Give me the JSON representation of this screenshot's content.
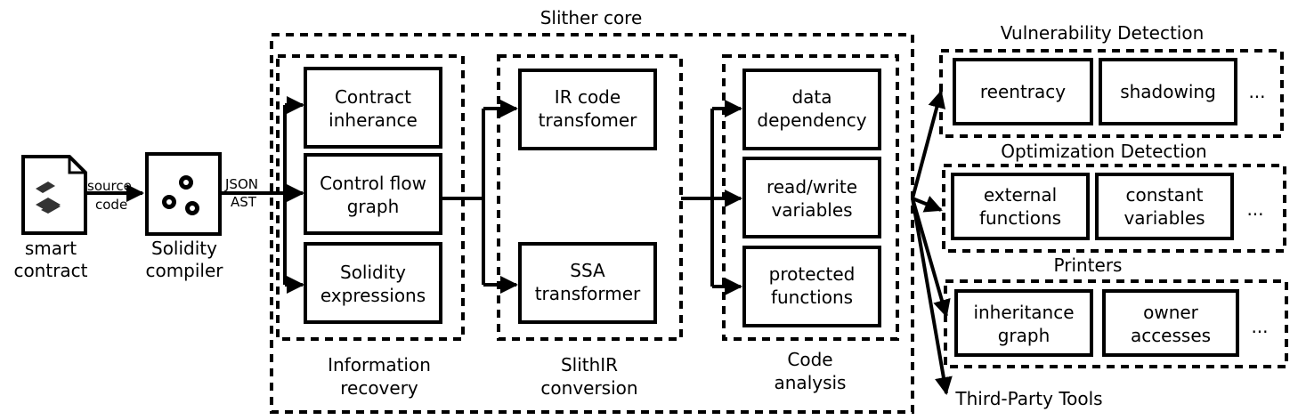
{
  "core": {
    "title": "Slither core",
    "groups": {
      "info": {
        "caption": [
          "Information",
          "recovery"
        ],
        "boxes": [
          [
            "Contract",
            "inherance"
          ],
          [
            "Control flow",
            "graph"
          ],
          [
            "Solidity",
            "expressions"
          ]
        ]
      },
      "ir": {
        "caption": [
          "SlithIR",
          "conversion"
        ],
        "boxes": [
          [
            "IR code",
            "transfomer"
          ],
          [
            "SSA",
            "transformer"
          ]
        ]
      },
      "analysis": {
        "caption": [
          "Code",
          "analysis"
        ],
        "boxes": [
          [
            "data",
            "dependency"
          ],
          [
            "read/write",
            "variables"
          ],
          [
            "protected",
            "functions"
          ]
        ]
      }
    }
  },
  "input": {
    "contract_label": [
      "smart",
      "contract"
    ],
    "compiler_label": [
      "Solidity",
      "compiler"
    ],
    "edge1": [
      "source",
      "code"
    ],
    "edge2": [
      "JSON",
      "AST"
    ]
  },
  "outputs": {
    "vuln": {
      "title": "Vulnerability Detection",
      "items": [
        [
          "reentracy"
        ],
        [
          "shadowing"
        ]
      ],
      "more": "..."
    },
    "optim": {
      "title": "Optimization Detection",
      "items": [
        [
          "external",
          "functions"
        ],
        [
          "constant",
          "variables"
        ]
      ],
      "more": "..."
    },
    "printers": {
      "title": "Printers",
      "items": [
        [
          "inheritance",
          "graph"
        ],
        [
          "owner",
          "accesses"
        ]
      ],
      "more": "..."
    },
    "third_party": "Third-Party Tools"
  }
}
